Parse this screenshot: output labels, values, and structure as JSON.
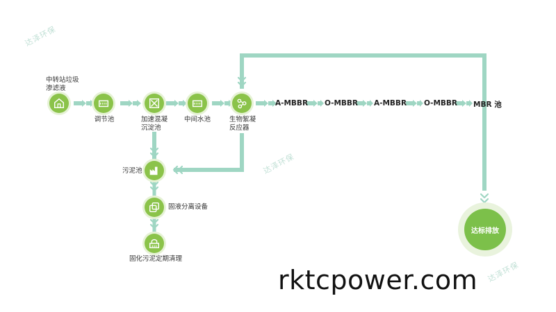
{
  "nodes": {
    "source": "中转站垃圾\n渗滤液",
    "regulating": "调节池",
    "coagulation": "加速混凝\n沉淀池",
    "intermediate": "中间水池",
    "bioreactor": "生物絮凝\n反应器",
    "sludge": "污泥池",
    "separation": "固液分离设备",
    "cleanup": "固化污泥定期清理"
  },
  "stages": [
    "A-MBBR",
    "O-MBBR",
    "A-MBBR",
    "O-MBBR",
    "MBR 池"
  ],
  "final": "达标排放",
  "watermarks": [
    "达泽环保",
    "达泽环保",
    "达泽环保"
  ],
  "website": "rktcpower.com",
  "colors": {
    "pipe": "#9fd6c3",
    "node": "#8bc34a",
    "final": "#7cc04a"
  },
  "icons": {
    "source": "house-icon",
    "regulating": "tank-icon",
    "coagulation": "box-x-icon",
    "intermediate": "tank-icon",
    "bioreactor": "molecule-icon",
    "sludge": "factory-icon",
    "separation": "copy-squares-icon",
    "cleanup": "basket-icon"
  }
}
